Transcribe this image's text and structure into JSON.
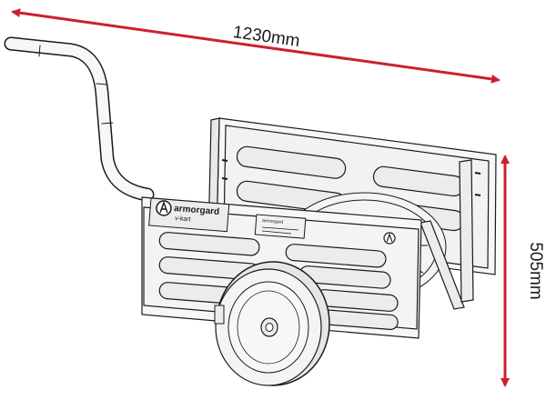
{
  "dimensions": {
    "length": {
      "label": "1230mm",
      "color": "#cc1f2d"
    },
    "height": {
      "label": "505mm",
      "color": "#cc1f2d"
    }
  },
  "product": {
    "brand": "armorgard",
    "model": "v-kart",
    "plate_brand": "armorgard"
  },
  "colors": {
    "line": "#1a1a1a",
    "frame_fill": "#f7f7f7",
    "panel_fill": "#ececec",
    "tyre_fill": "#e6e6e6",
    "accent": "#cc1f2d"
  }
}
